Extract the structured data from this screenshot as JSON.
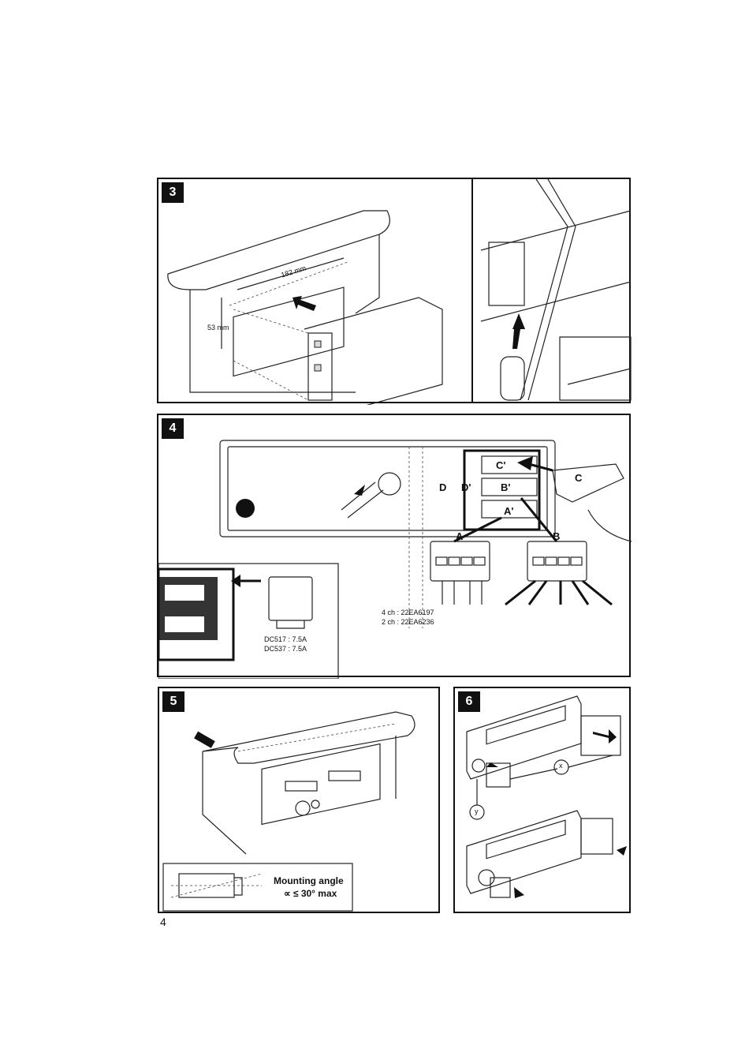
{
  "page_number": "4",
  "panels": {
    "p3": {
      "number": "3",
      "width_label": "182 mm",
      "height_label": "53 mm"
    },
    "p4": {
      "number": "4",
      "connectors": [
        "C'",
        "C",
        "D",
        "D'",
        "B'",
        "A'",
        "A",
        "B"
      ],
      "cable_refs": [
        "4 ch : 22EA6197",
        "2 ch : 22EA6236"
      ],
      "fuse_ratings": [
        "DC517 : 7.5A",
        "DC537 : 7.5A"
      ]
    },
    "p5": {
      "number": "5",
      "angle_title": "Mounting angle",
      "angle_value": "∝ ≤ 30° max"
    },
    "p6": {
      "number": "6",
      "label_x": "x",
      "label_y": "y"
    }
  }
}
